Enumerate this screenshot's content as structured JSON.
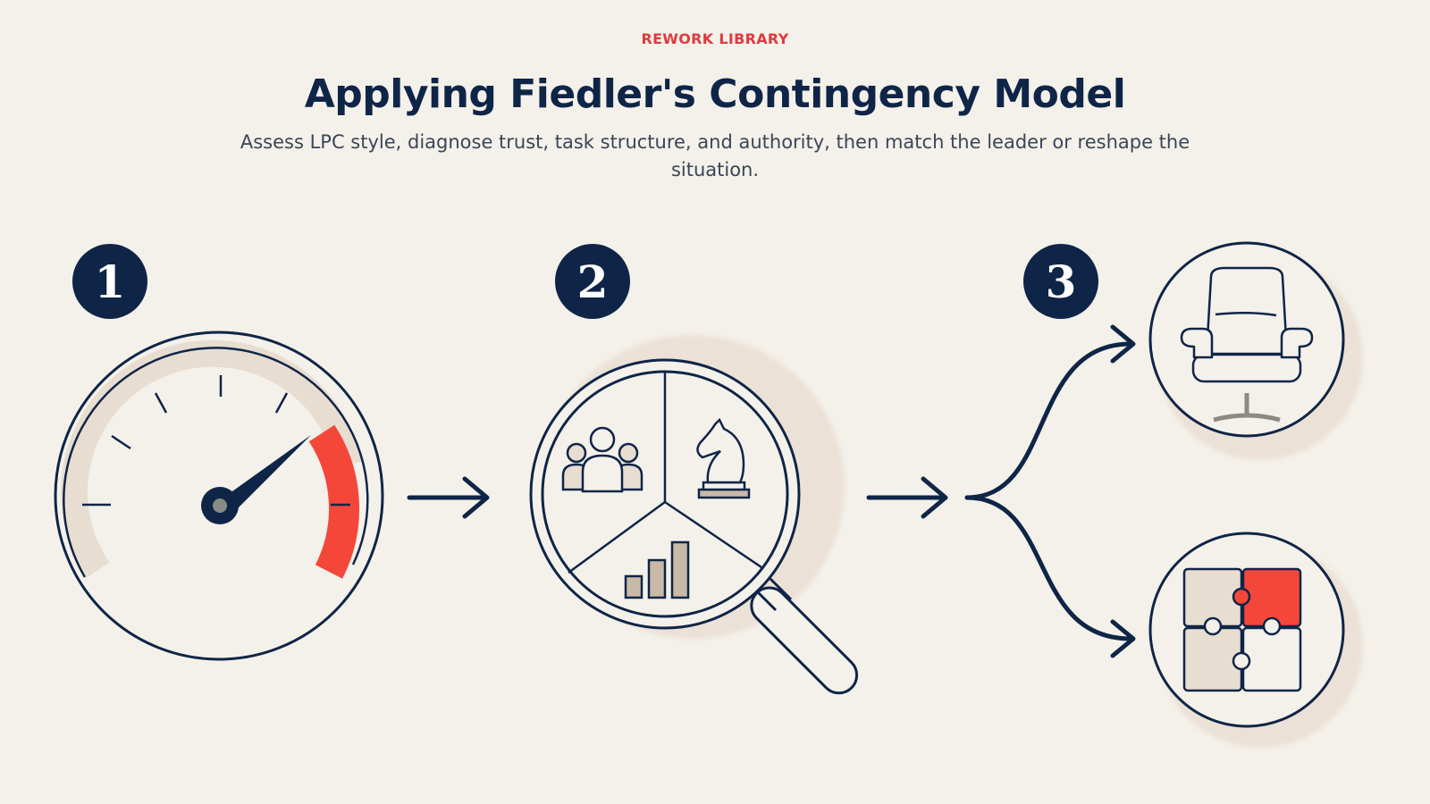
{
  "header": {
    "eyebrow": "REWORK LIBRARY",
    "title": "Applying Fiedler's Contingency Model",
    "subtitle": "Assess LPC style, diagnose trust, task structure, and authority, then match the leader or reshape the situation."
  },
  "steps": [
    {
      "number": "1",
      "icon": "gauge-icon"
    },
    {
      "number": "2",
      "icon": "magnifier-icon"
    },
    {
      "number": "3",
      "icon": "branch-arrow-icon"
    }
  ],
  "outcomes": [
    {
      "icon": "chair-icon"
    },
    {
      "icon": "puzzle-icon"
    }
  ],
  "colors": {
    "background": "#f4f1ea",
    "navy": "#0f2547",
    "accent_red": "#f4473a",
    "beige": "#e8ddd1"
  }
}
